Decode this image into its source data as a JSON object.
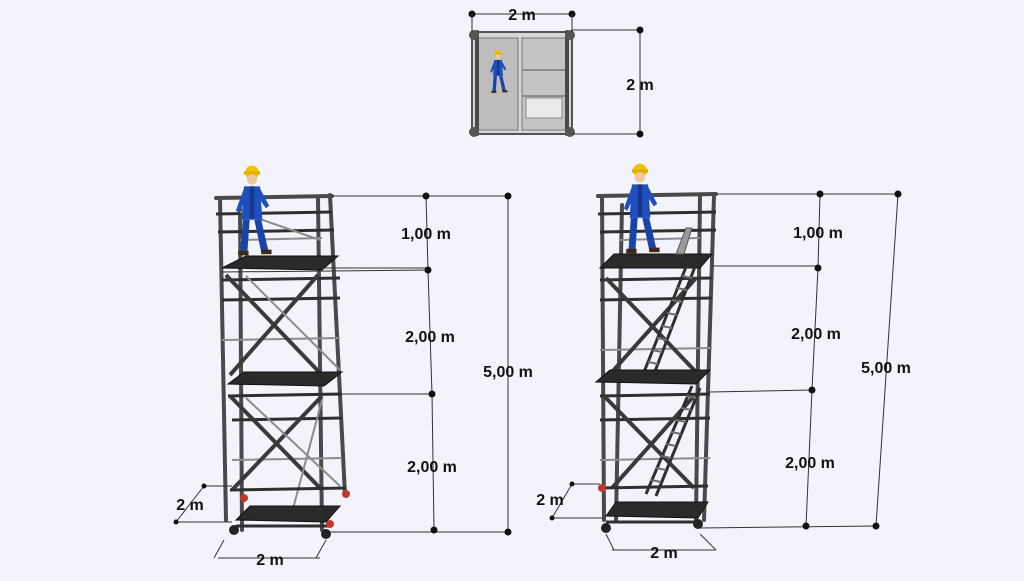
{
  "labels": {
    "top_width": "2 m",
    "top_depth": "2 m",
    "left_guardrail": "1,00 m",
    "left_upper": "2,00 m",
    "left_lower": "2,00 m",
    "left_total": "5,00 m",
    "left_depth": "2 m",
    "left_width": "2 m",
    "right_guardrail": "1,00 m",
    "right_upper": "2,00 m",
    "right_lower": "2,00 m",
    "right_total": "5,00 m",
    "right_depth": "2 m",
    "right_width": "2 m"
  },
  "colors": {
    "background": "#f3f3fb",
    "steel": "#4a4a4a",
    "worker_suit": "#1f4fbf",
    "helmet": "#f2c200",
    "wheel_accent": "#c0392b"
  },
  "icons": [
    "worker-figure-icon",
    "scaffold-tower-icon",
    "ladder-icon"
  ]
}
